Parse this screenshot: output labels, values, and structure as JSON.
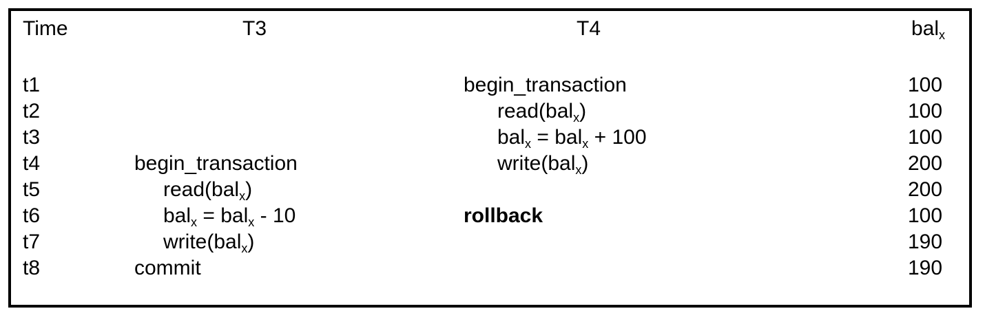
{
  "figure": {
    "header": {
      "time": "Time",
      "t3": "T3",
      "t4": "T4",
      "bal": "bal~x~"
    },
    "rows": [
      {
        "time": "t1",
        "t3": "",
        "t4": "begin_transaction",
        "bal": "100"
      },
      {
        "time": "t2",
        "t3": "",
        "t4": "read(bal~x~)",
        "bal": "100"
      },
      {
        "time": "t3",
        "t3": "",
        "t4": "bal~x~ = bal~x~ + 100",
        "bal": "100"
      },
      {
        "time": "t4",
        "t3": "begin_transaction",
        "t4": "write(bal~x~)",
        "bal": "200"
      },
      {
        "time": "t5",
        "t3": "read(bal~x~)",
        "t4": "",
        "bal": "200"
      },
      {
        "time": "t6",
        "t3": "bal~x~ = bal~x~ - 10",
        "t4": "rollback",
        "bal": "100"
      },
      {
        "time": "t7",
        "t3": "write(bal~x~)",
        "t4": "",
        "bal": "190"
      },
      {
        "time": "t8",
        "t3": "commit",
        "t4": "",
        "bal": "190"
      }
    ],
    "colors": {
      "text": "#000000",
      "border": "#000000",
      "background": "#ffffff"
    }
  }
}
